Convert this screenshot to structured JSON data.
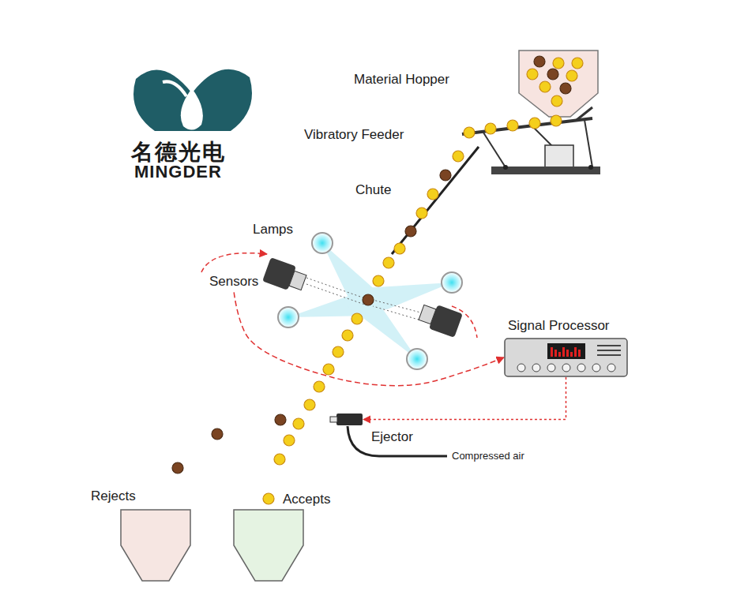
{
  "diagram": {
    "nodes": [
      {
        "text": [
          "Sensors"
        ]
      },
      {
        "text": [
          "Signal Processor"
        ]
      },
      {
        "text": [
          "Ejector"
        ]
      },
      {
        "text": [
          "Rejects"
        ]
      },
      {
        "text": [
          "Accepts"
        ]
      }
    ],
    "edges": [
      {
        "from": 0,
        "to": 1,
        "arrow": "to"
      },
      {
        "from": 1,
        "to": 2,
        "arrow": "to"
      }
    ],
    "labels": [
      "名德光电",
      "MINGDER",
      "Material Hopper",
      "Vibratory Feeder",
      "Chute",
      "Lamps",
      "Compressed air"
    ]
  }
}
